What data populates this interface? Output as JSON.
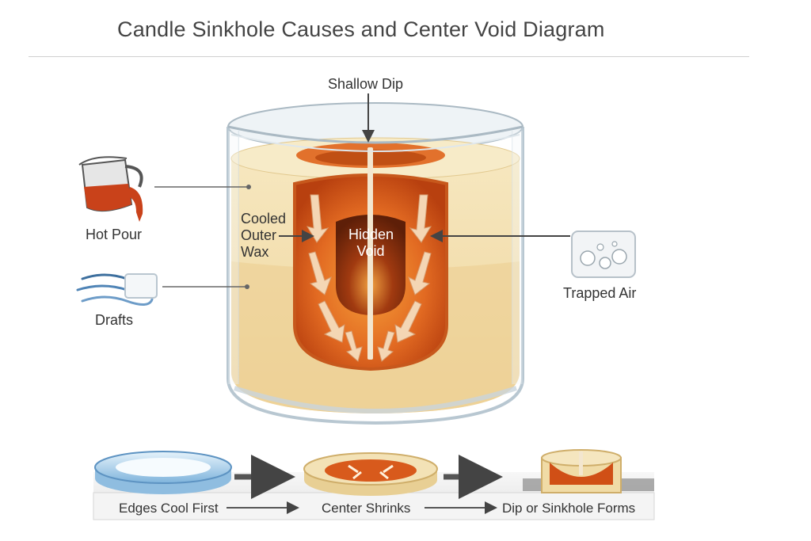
{
  "title": "Candle Sinkhole Causes and Center Void Diagram",
  "labels": {
    "shallow_dip": "Shallow Dip",
    "cooled_outer_wax_line1": "Cooled",
    "cooled_outer_wax_line2": "Outer",
    "cooled_outer_wax_line3": "Wax",
    "hidden_void_line1": "Hidden",
    "hidden_void_line2": "Void",
    "hot_pour": "Hot Pour",
    "drafts": "Drafts",
    "trapped_air": "Trapped Air"
  },
  "sequence": [
    {
      "label": "Edges Cool First"
    },
    {
      "label": "Center Shrinks"
    },
    {
      "label": "Dip or Sinkhole Forms"
    }
  ],
  "colors": {
    "wax": "#f3deac",
    "molten": "#d9541a",
    "void": "#8a2c0c",
    "glass": "#d9e4ea"
  }
}
